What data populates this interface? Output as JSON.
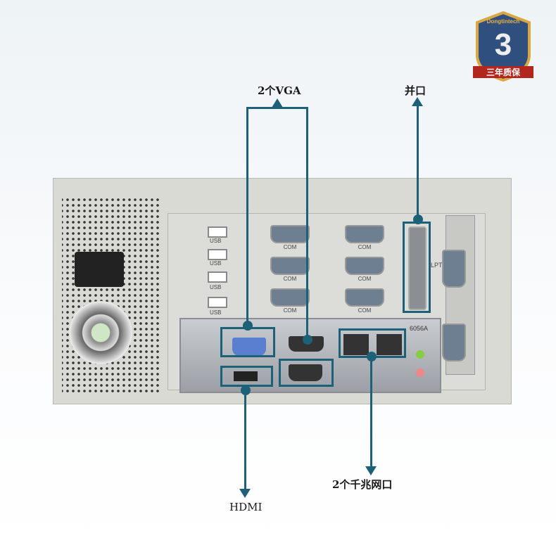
{
  "badge": {
    "brand": "Dongtintech",
    "number": "3",
    "ribbon": "三年质保"
  },
  "callouts": {
    "vga": "2个VGA",
    "parallel": "并口",
    "lan": "2个千兆网口",
    "hdmi": "HDMI"
  },
  "ports": {
    "com_labels": [
      "COM",
      "COM",
      "COM",
      "COM",
      "COM",
      "COM"
    ],
    "usb_labels": [
      "USB",
      "USB",
      "USB",
      "USB"
    ],
    "lpt_label": "LPT",
    "io_model": "6056A"
  },
  "colors": {
    "accent": "#1c6178",
    "chassis": "#d9dad4"
  }
}
